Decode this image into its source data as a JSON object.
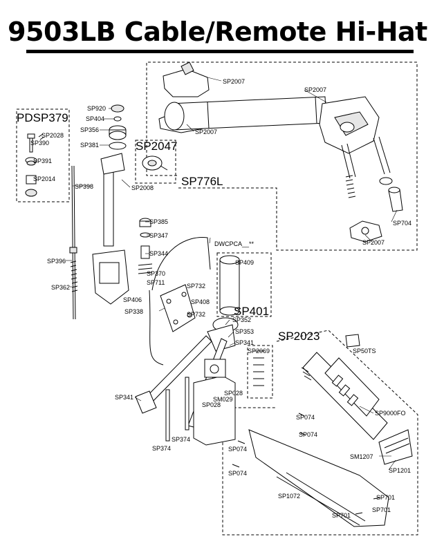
{
  "title": "9503LB Cable/Remote Hi-Hat",
  "groups": {
    "pdsp379": "PDSP379",
    "sp2047": "SP2047",
    "sp776l": "SP776L",
    "sp401": "SP401",
    "sp2023": "SP2023"
  },
  "labels": {
    "sp2007_a": "SP2007",
    "sp2007_b": "SP2007",
    "sp2007_c": "SP2007",
    "sp2007_d": "SP2007",
    "sp704": "SP704",
    "sp920": "SP920",
    "sp404": "SP404",
    "sp356": "SP356",
    "sp381": "SP381",
    "sp2028": "SP2028",
    "sp390": "SP390",
    "sp391": "SP391",
    "sp2014": "SP2014",
    "sp398": "SP398",
    "sp2008": "SP2008",
    "sp385": "SP385",
    "sp347": "SP347",
    "sp344": "SP344",
    "dwcpca": "DWCPCA__**",
    "sp409": "SP409",
    "sp370": "SP370",
    "sp711": "SP711",
    "sp732_a": "SP732",
    "sp408": "SP408",
    "sp406": "SP406",
    "sp338": "SP338",
    "sp732_b": "SP732",
    "sp396": "SP396",
    "sp362": "SP362",
    "sp352": "SP352",
    "sp353": "SP353",
    "sp341_a": "SP341",
    "sp2069": "SP2069",
    "sp50ts": "SP50TS",
    "sp9000fo": "SP9000FO",
    "sp341_b": "SP341",
    "sp028_a": "SP028",
    "sm029": "SM029",
    "sp028_b": "SP028",
    "sp074_a": "SP074",
    "sp074_b": "SP074",
    "sp074_c": "SP074",
    "sp074_d": "SP074",
    "sp374_a": "SP374",
    "sp374_b": "SP374",
    "sm1207": "SM1207",
    "sp1201": "SP1201",
    "sp1072": "SP1072",
    "sp701_a": "SP701",
    "sp701_b": "SP701",
    "sp701_c": "SP701"
  },
  "colors": {
    "line": "#000000",
    "shade": "#e6e6e6",
    "background": "#ffffff"
  }
}
